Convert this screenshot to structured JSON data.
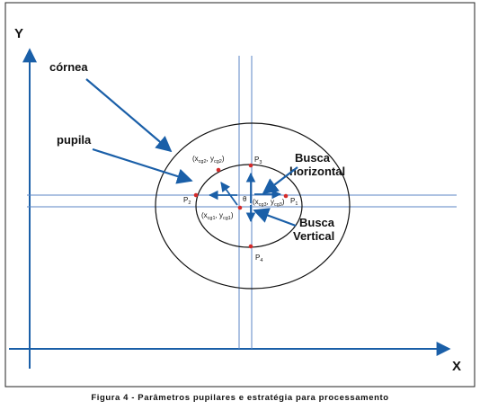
{
  "axes": {
    "y_label": "Y",
    "x_label": "X"
  },
  "labels": {
    "cornea": "córnea",
    "pupila": "pupila",
    "busca_horizontal_1": "Busca",
    "busca_horizontal_2": "horizontal",
    "busca_vertical_1": "Busca",
    "busca_vertical_2": "Vertical",
    "theta": "θ"
  },
  "points": {
    "p1": {
      "main": "P",
      "sub": "1"
    },
    "p2": {
      "main": "P",
      "sub": "2"
    },
    "p3": {
      "main": "P",
      "sub": "3"
    },
    "p4": {
      "main": "P",
      "sub": "4"
    }
  },
  "coords": {
    "cg2": {
      "open": "(x",
      "xsub": "cg2",
      "mid": ", y",
      "ysub": "cg2",
      "close": ")"
    },
    "cg1": {
      "open": "(x",
      "xsub": "cg1",
      "mid": ", y",
      "ysub": "cg1",
      "close": ")"
    },
    "cg3": {
      "open": "(x",
      "xsub": "cg3",
      "mid": ", y",
      "ysub": "cg3",
      "close": ")"
    }
  },
  "caption": "Figura 4 - Parâmetros pupilares e estratégia para processamento",
  "colors": {
    "accent": "#1a5fa8",
    "guide": "#5b86c4",
    "dot": "#d42a2a",
    "ink": "#111111"
  }
}
